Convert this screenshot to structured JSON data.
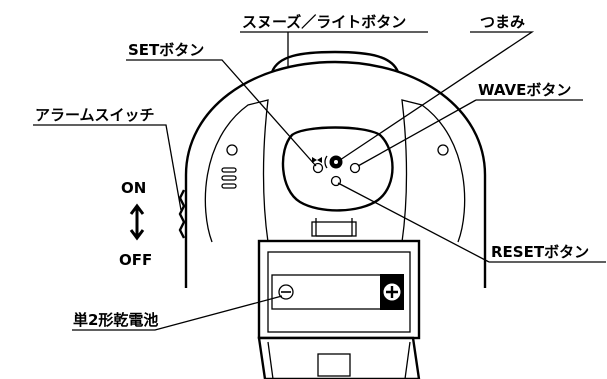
{
  "labels": {
    "snooze_light_button": "スヌーズ／ライトボタン",
    "knob": "つまみ",
    "set_button": "SETボタン",
    "wave_button": "WAVEボタン",
    "alarm_switch": "アラームスイッチ",
    "reset_button": "RESETボタン",
    "battery": "単2形乾電池",
    "switch_on": "ON",
    "switch_off": "OFF"
  }
}
